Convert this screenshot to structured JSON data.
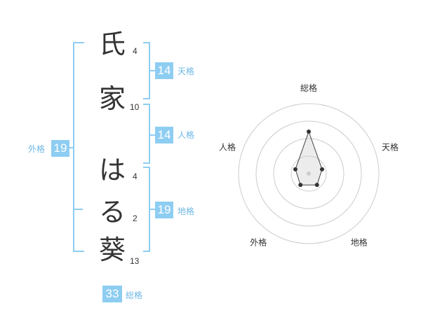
{
  "name": {
    "chars": [
      {
        "char": "氏",
        "strokes": "4"
      },
      {
        "char": "家",
        "strokes": "10"
      },
      {
        "char": "は",
        "strokes": "4"
      },
      {
        "char": "る",
        "strokes": "2"
      },
      {
        "char": "葵",
        "strokes": "13"
      }
    ]
  },
  "fortune": {
    "tenkaku": {
      "value": "14",
      "label": "天格"
    },
    "jinkaku": {
      "value": "14",
      "label": "人格"
    },
    "chikaku": {
      "value": "19",
      "label": "地格"
    },
    "gaikaku": {
      "value": "19",
      "label": "外格"
    },
    "soukaku": {
      "value": "33",
      "label": "総格"
    }
  },
  "colors": {
    "accent": "#8ecdf2",
    "label_text": "#6fb8e6",
    "text": "#333333"
  },
  "chart_data": {
    "type": "radar",
    "axes": [
      "総格",
      "天格",
      "地格",
      "外格",
      "人格"
    ],
    "max": 5,
    "rings": 4,
    "values": [
      3,
      1,
      1,
      1,
      1
    ]
  }
}
